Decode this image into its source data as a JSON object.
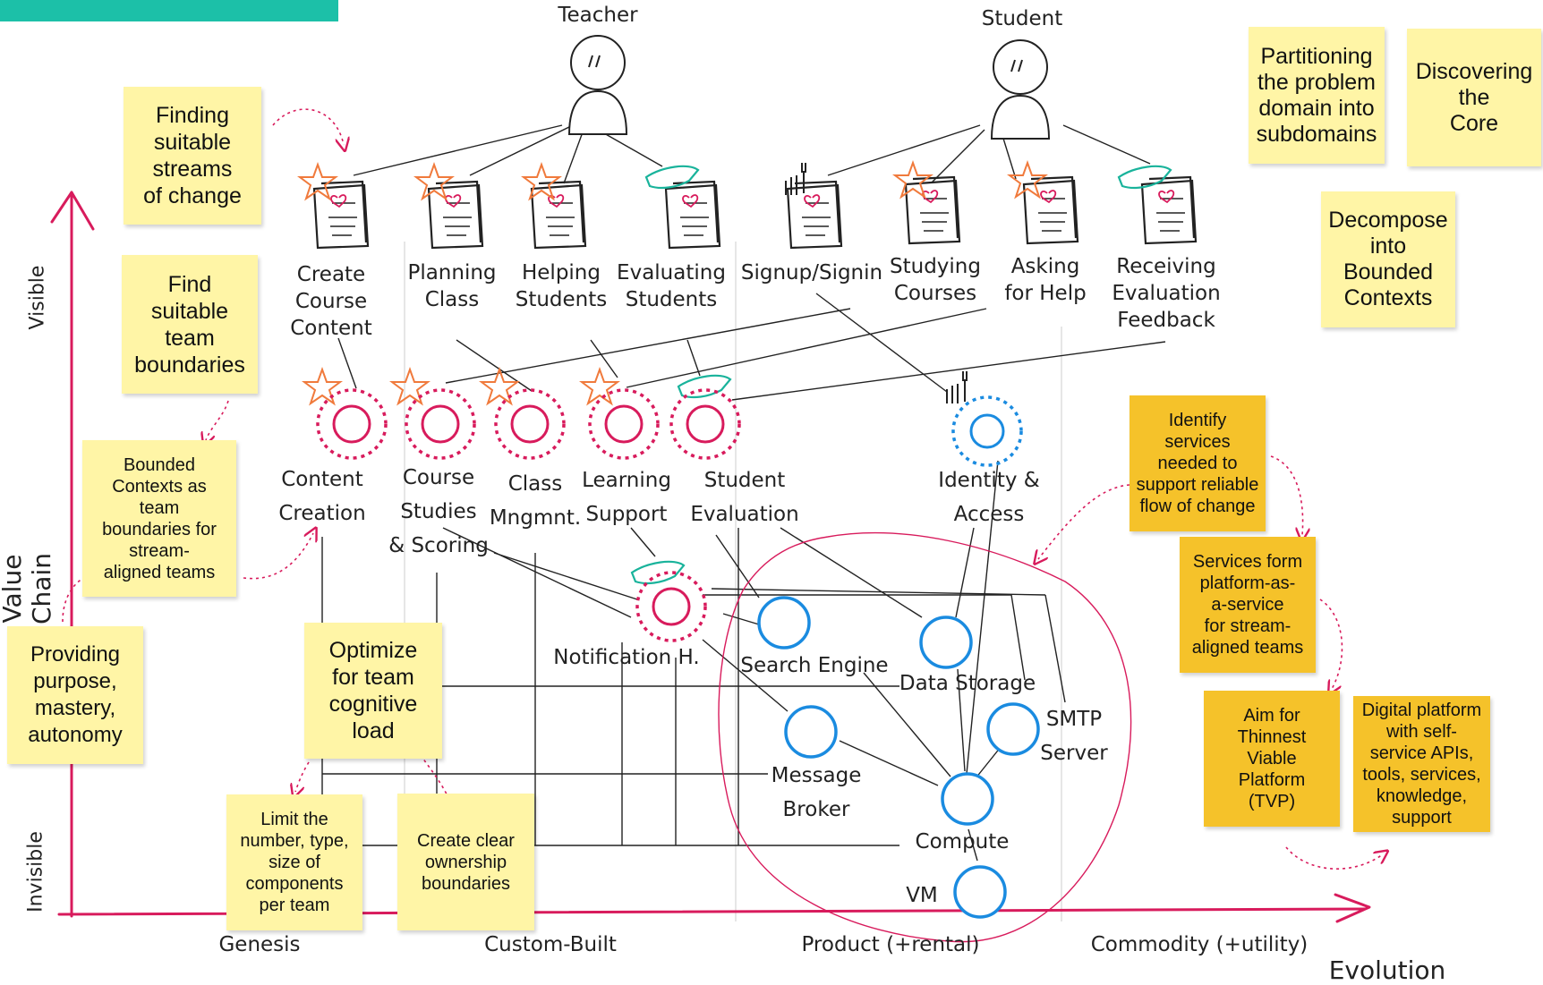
{
  "actors": [
    {
      "name": "Teacher"
    },
    {
      "name": "Student"
    }
  ],
  "user_needs": [
    "Create\nCourse\nContent",
    "Planning\nClass",
    "Helping\nStudents",
    "Evaluating\nStudents",
    "Signup/Signin",
    "Studying\nCourses",
    "Asking\nfor Help",
    "Receiving\nEvaluation\nFeedback"
  ],
  "components": [
    "Content\nCreation",
    "Course\nStudies\n& Scoring",
    "Class\nMngmnt.",
    "Learning\nSupport",
    "Student\nEvaluation",
    "Identity &\nAccess",
    "Notification H.",
    "Search Engine",
    "Data Storage",
    "Message\nBroker",
    "SMTP\nServer",
    "Compute",
    "VM"
  ],
  "axes": {
    "y_label": "Value Chain",
    "y_top": "Visible",
    "y_bottom": "Invisible",
    "x_label": "Evolution",
    "x_stages": [
      "Genesis",
      "Custom-Built",
      "Product (+rental)",
      "Commodity (+utility)"
    ]
  },
  "sticky_notes": [
    {
      "text": "Finding\nsuitable\nstreams\nof change",
      "tone": "yellow"
    },
    {
      "text": "Find\nsuitable\nteam\nboundaries",
      "tone": "yellow"
    },
    {
      "text": "Bounded\nContexts as\nteam\nboundaries for\nstream-\naligned teams",
      "tone": "yellow"
    },
    {
      "text": "Providing\npurpose,\nmastery,\nautonomy",
      "tone": "yellow"
    },
    {
      "text": "Optimize\nfor team\ncognitive\nload",
      "tone": "yellow"
    },
    {
      "text": "Limit the\nnumber, type,\nsize of\ncomponents\nper team",
      "tone": "yellow"
    },
    {
      "text": "Create clear\nownership\nboundaries",
      "tone": "yellow"
    },
    {
      "text": "Partitioning\nthe problem\ndomain into\nsubdomains",
      "tone": "yellow"
    },
    {
      "text": "Discovering\nthe\nCore",
      "tone": "yellow"
    },
    {
      "text": "Decompose\ninto\nBounded\nContexts",
      "tone": "yellow"
    },
    {
      "text": "Identify\nservices\nneeded to\nsupport reliable\nflow of change",
      "tone": "orange"
    },
    {
      "text": "Services form\nplatform-as-\na-service\nfor stream-\naligned teams",
      "tone": "orange"
    },
    {
      "text": "Aim for\nThinnest\nViable\nPlatform\n(TVP)",
      "tone": "orange"
    },
    {
      "text": "Digital platform\nwith self-\nservice APIs,\ntools, services,\nknowledge,\nsupport",
      "tone": "orange"
    }
  ],
  "colors": {
    "core": "#d81b5c",
    "platform": "#1a8be0",
    "axis": "#d81b5c",
    "star": "#f07a3c",
    "hand": "#19b39b",
    "sticky": "#fff5a6",
    "sticky_orange": "#f5c22a"
  },
  "icons": [
    "star-icon",
    "handshake-icon",
    "document-icon",
    "wrench-icon",
    "person-icon"
  ]
}
